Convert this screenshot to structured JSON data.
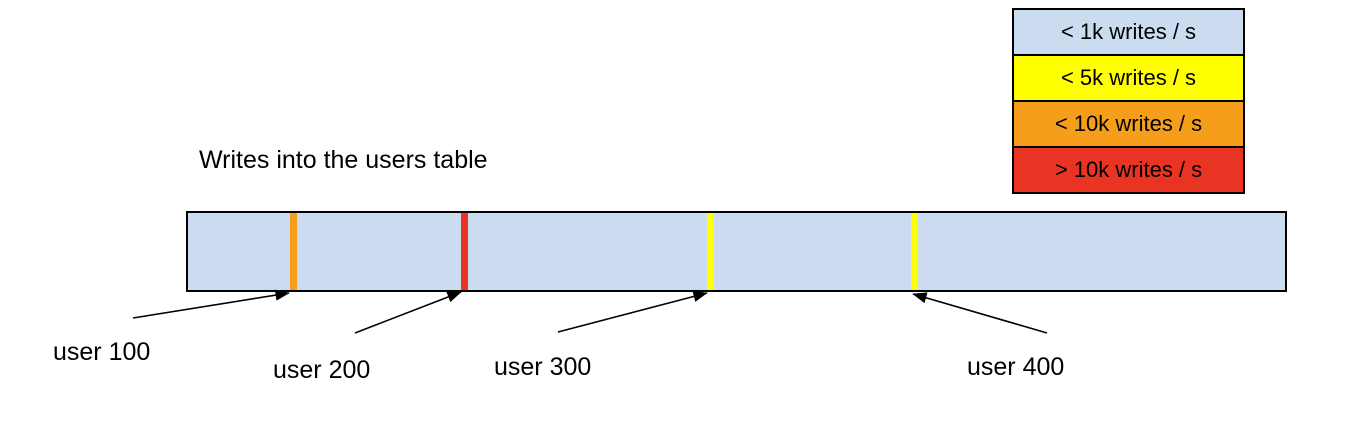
{
  "title": "Writes into the users table",
  "legend": {
    "items": [
      {
        "label": "< 1k writes / s",
        "color": "#cbdcf1"
      },
      {
        "label": "< 5k writes / s",
        "color": "#ffff00"
      },
      {
        "label": "< 10k writes / s",
        "color": "#f59e1b"
      },
      {
        "label": "> 10k writes / s",
        "color": "#e93323"
      }
    ]
  },
  "bar": {
    "fill": "#cbdcf1",
    "border_color": "#000000",
    "stripes": [
      {
        "user": "user 100",
        "write_rate": "< 10k writes / s",
        "color": "#f59e1b"
      },
      {
        "user": "user 200",
        "write_rate": "> 10k writes / s",
        "color": "#e93323"
      },
      {
        "user": "user 300",
        "write_rate": "< 5k writes / s",
        "color": "#ffff00"
      },
      {
        "user": "user 400",
        "write_rate": "< 5k writes / s",
        "color": "#ffff00"
      }
    ]
  }
}
